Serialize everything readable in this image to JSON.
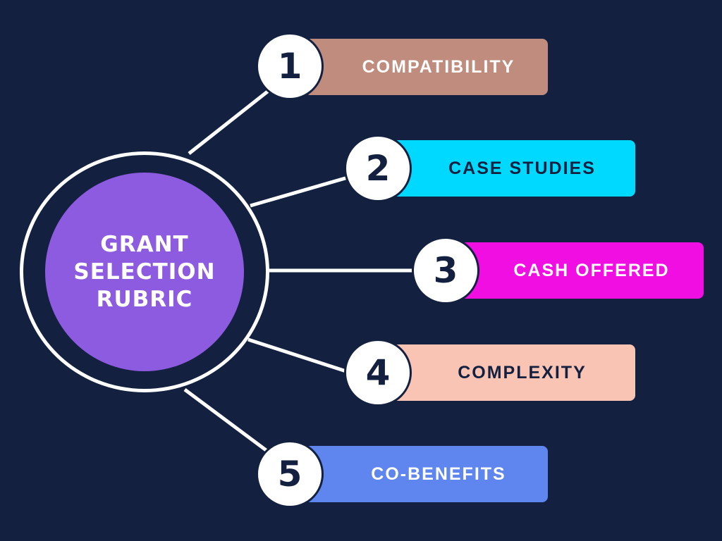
{
  "center": {
    "title": "GRANT SELECTION RUBRIC",
    "color": "#8c5be0"
  },
  "items": [
    {
      "number": "1",
      "label": "COMPATIBILITY",
      "color": "#bf8c7d",
      "text_color": "#ffffff"
    },
    {
      "number": "2",
      "label": "CASE STUDIES",
      "color": "#00d9ff",
      "text_color": "#13203f"
    },
    {
      "number": "3",
      "label": "CASH OFFERED",
      "color": "#f00ee2",
      "text_color": "#ffffff"
    },
    {
      "number": "4",
      "label": "COMPLEXITY",
      "color": "#f9c4b4",
      "text_color": "#13203f"
    },
    {
      "number": "5",
      "label": "CO-BENEFITS",
      "color": "#5f86ef",
      "text_color": "#ffffff"
    }
  ]
}
